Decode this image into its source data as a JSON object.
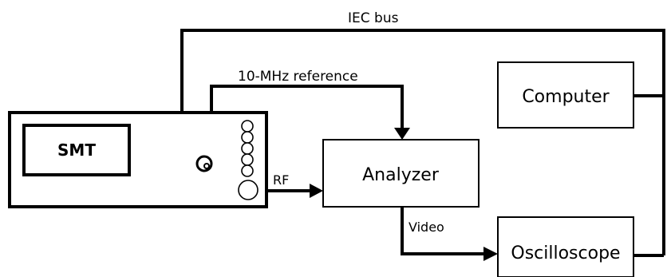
{
  "labels": {
    "iec_bus": "IEC bus",
    "reference": "10-MHz reference",
    "computer": "Computer",
    "smt": "SMT",
    "rf": "RF",
    "analyzer": "Analyzer",
    "video": "Video",
    "oscilloscope": "Oscilloscope"
  }
}
